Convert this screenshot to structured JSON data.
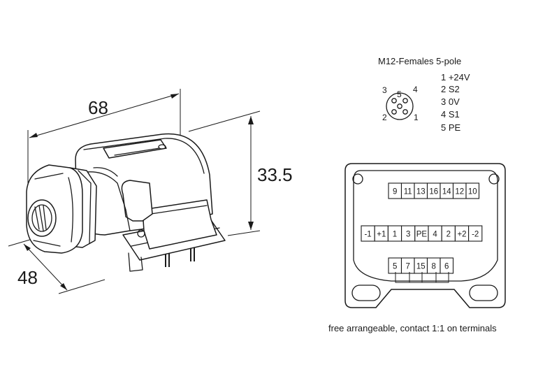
{
  "dimensions": {
    "length": "68",
    "height": "33.5",
    "width": "48"
  },
  "connector": {
    "title": "M12-Females  5-pole",
    "pin_labels": [
      "1",
      "2",
      "3",
      "4",
      "5"
    ],
    "assignments": [
      "1 +24V",
      "2 S2",
      "3 0V",
      "4 S1",
      "5 PE"
    ]
  },
  "terminal_box": {
    "top_row": [
      "9",
      "11",
      "13",
      "16",
      "14",
      "12",
      "10"
    ],
    "middle_row": [
      "-1",
      "+1",
      "1",
      "3",
      "PE",
      "4",
      "2",
      "+2",
      "-2"
    ],
    "bottom_row": [
      "5",
      "7",
      "15",
      "8",
      "6"
    ]
  },
  "caption": "free arrangeable, contact 1:1 on terminals"
}
